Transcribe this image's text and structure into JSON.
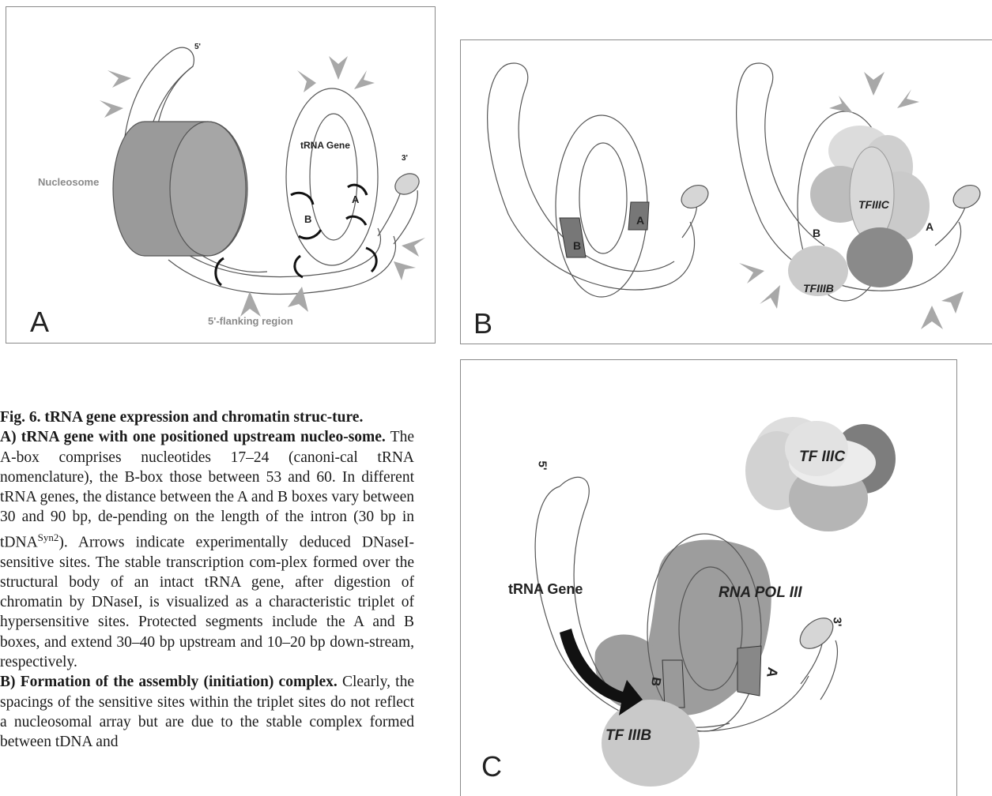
{
  "panel_a": {
    "letter": "A",
    "labels": {
      "five_prime": "5'",
      "three_prime": "3'",
      "nucleosome": "Nucleosome",
      "trna_gene": "tRNA Gene",
      "box_a": "A",
      "box_b": "B",
      "flanking": "5'-flanking region"
    }
  },
  "panel_b": {
    "letter": "B",
    "labels": {
      "box_a_left": "A",
      "box_b_left": "B",
      "box_a_right": "A",
      "box_b_right": "B",
      "tfiiic": "TFIIIC",
      "tfiiib": "TFIIIB"
    }
  },
  "panel_c": {
    "letter": "C",
    "labels": {
      "five_prime": "5'",
      "three_prime": "3'",
      "tf_iiic": "TF IIIC",
      "trna_gene": "tRNA Gene",
      "rna_pol": "RNA POL III",
      "tf_iiib": "TF IIIB",
      "box_a": "A",
      "box_b": "B"
    }
  },
  "caption": {
    "fig_title": "Fig. 6. tRNA gene expression and chromatin struc-ture.",
    "a_heading": "A) tRNA gene with one positioned upstream nucleo-some.",
    "a_text": "The A-box comprises nucleotides 17–24 (canoni-cal tRNA nomenclature), the B-box those between 53 and 60. In different tRNA genes, the distance between the A and B boxes vary between 30 and 90 bp, de-pending on the length of the intron (30 bp in",
    "a_tdna": "tDNA",
    "a_sup": "Syn2",
    "a_text2": "). Arrows indicate experimentally deduced DNaseI-sensitive sites. The stable transcription com-plex formed over the structural body of an intact tRNA gene, after digestion of chromatin by DNaseI, is visualized as a characteristic triplet of hypersensitive sites. Protected segments include the A and B boxes, and extend 30–40 bp upstream and 10–20 bp down-stream, respectively.",
    "b_heading": "B) Formation of the assembly (initiation) complex.",
    "b_text": "Clearly, the spacings of the sensitive sites within the triplet sites do not reflect a nucleosomal array but are due to the stable complex formed between tDNA and"
  }
}
